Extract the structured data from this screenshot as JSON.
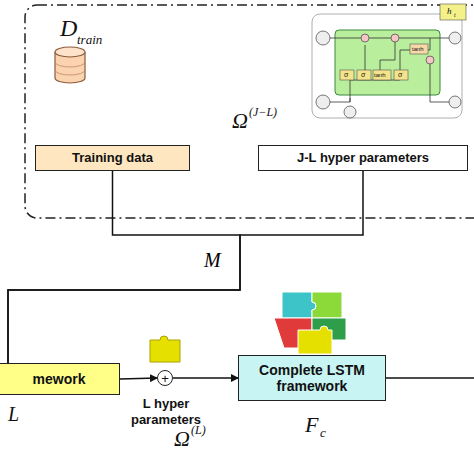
{
  "diagram": {
    "nodes": [
      {
        "text": [
          "Training data"
        ]
      },
      {
        "text": [
          "J-L hyper parameters"
        ]
      },
      {
        "text": [
          "mework"
        ]
      },
      {
        "text": [
          "+"
        ]
      },
      {
        "text": [
          "Complete LSTM framework"
        ]
      }
    ],
    "edges": [
      {
        "from": 0,
        "to": 2,
        "arrow": "none",
        "label": "M"
      },
      {
        "from": 1,
        "to": 2,
        "arrow": "none"
      },
      {
        "from": 2,
        "to": 3,
        "arrow": "to"
      },
      {
        "from": 3,
        "to": 4,
        "arrow": "to"
      }
    ],
    "labels": [
      "D",
      "train",
      "Ω",
      "(J−L)",
      "L",
      "L hyper parameters",
      "Ω",
      "(L)",
      "F",
      "c",
      "σ",
      "σ",
      "tanh",
      "σ",
      "tanh",
      "h",
      "t"
    ]
  }
}
